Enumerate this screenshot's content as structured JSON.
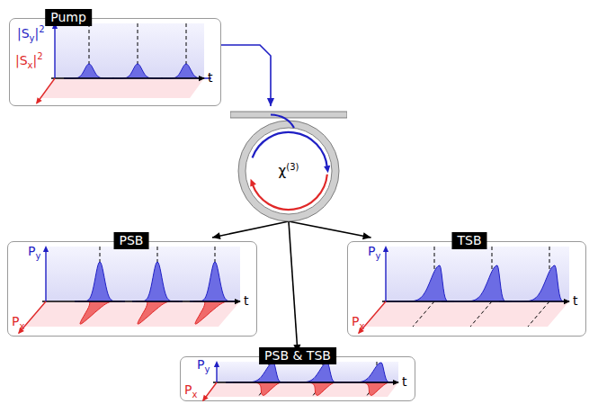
{
  "diagram": {
    "nodes": [
      {
        "text": [
          "Pump",
          "|Sy|2",
          "|Sx|2",
          "t"
        ]
      },
      {
        "text": [
          "χ(3)"
        ]
      },
      {
        "text": [
          "PSB",
          "Py",
          "Px",
          "t"
        ]
      },
      {
        "text": [
          "TSB",
          "Py",
          "Px",
          "t"
        ]
      },
      {
        "text": [
          "PSB & TSB",
          "Py",
          "Px",
          "t"
        ]
      }
    ],
    "edges": [
      {
        "from": 0,
        "to": 1,
        "arrow": "to"
      },
      {
        "from": 1,
        "to": 2,
        "arrow": "to"
      },
      {
        "from": 1,
        "to": 3,
        "arrow": "to"
      },
      {
        "from": 1,
        "to": 4,
        "arrow": "to"
      }
    ]
  }
}
